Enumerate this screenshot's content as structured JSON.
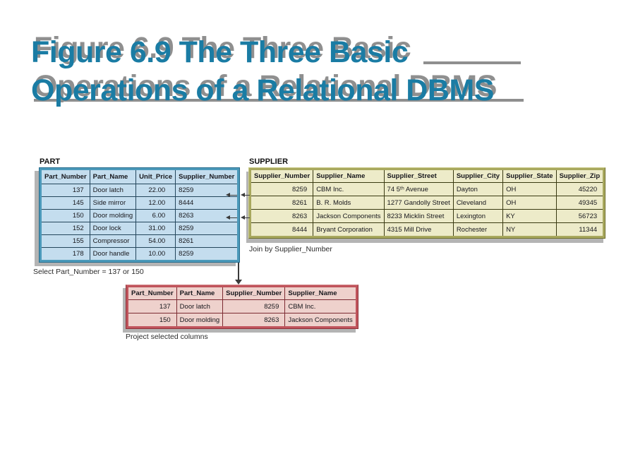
{
  "slide": {
    "title_line1": "Figure 6.9 The Three Basic",
    "title_line2": "Operations of a Relational DBMS"
  },
  "tables": {
    "part": {
      "label": "PART",
      "columns": [
        "Part_Number",
        "Part_Name",
        "Unit_Price",
        "Supplier_Number"
      ],
      "rows": [
        [
          "137",
          "Door latch",
          "22.00",
          "8259"
        ],
        [
          "145",
          "Side mirror",
          "12.00",
          "8444"
        ],
        [
          "150",
          "Door molding",
          "6.00",
          "8263"
        ],
        [
          "152",
          "Door lock",
          "31.00",
          "8259"
        ],
        [
          "155",
          "Compressor",
          "54.00",
          "8261"
        ],
        [
          "178",
          "Door handle",
          "10.00",
          "8259"
        ]
      ],
      "caption": "Select Part_Number = 137 or 150"
    },
    "supplier": {
      "label": "SUPPLIER",
      "columns": [
        "Supplier_Number",
        "Supplier_Name",
        "Supplier_Street",
        "Supplier_City",
        "Supplier_State",
        "Supplier_Zip"
      ],
      "rows": [
        [
          "8259",
          "CBM Inc.",
          "74 5ᵗʰ Avenue",
          "Dayton",
          "OH",
          "45220"
        ],
        [
          "8261",
          "B. R. Molds",
          "1277 Gandolly Street",
          "Cleveland",
          "OH",
          "49345"
        ],
        [
          "8263",
          "Jackson Components",
          "8233 Micklin Street",
          "Lexington",
          "KY",
          "56723"
        ],
        [
          "8444",
          "Bryant Corporation",
          "4315 Mill Drive",
          "Rochester",
          "NY",
          "11344"
        ]
      ],
      "caption": "Join by Supplier_Number"
    },
    "result": {
      "columns": [
        "Part_Number",
        "Part_Name",
        "Supplier_Number",
        "Supplier_Name"
      ],
      "rows": [
        [
          "137",
          "Door latch",
          "8259",
          "CBM Inc."
        ],
        [
          "150",
          "Door molding",
          "8263",
          "Jackson Components"
        ]
      ],
      "caption": "Project selected columns"
    }
  },
  "colors": {
    "title": "#1a7ca4",
    "title_shadow": "#8f8f8f",
    "part_frame": "#4b99ba",
    "part_cell": "#c4ddee",
    "supplier_frame": "#a8a85e",
    "supplier_cell": "#edebc9",
    "result_frame": "#c0545c",
    "result_cell": "#eed1cc",
    "table_shadow": "#b4b4b4"
  }
}
